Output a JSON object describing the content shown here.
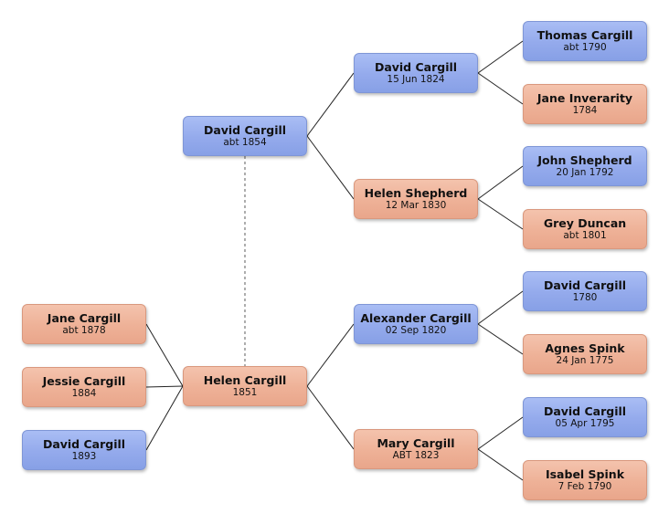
{
  "people": {
    "david_1854": {
      "name": "David Cargill",
      "date": "abt 1854"
    },
    "helen_1851": {
      "name": "Helen Cargill",
      "date": "1851"
    },
    "jane_1878": {
      "name": "Jane Cargill",
      "date": "abt 1878"
    },
    "jessie_1884": {
      "name": "Jessie Cargill",
      "date": "1884"
    },
    "david_1893": {
      "name": "David Cargill",
      "date": "1893"
    },
    "david_1824": {
      "name": "David Cargill",
      "date": "15 Jun 1824"
    },
    "helen_1830": {
      "name": "Helen Shepherd",
      "date": "12 Mar 1830"
    },
    "alexander_1820": {
      "name": "Alexander Cargill",
      "date": "02 Sep 1820"
    },
    "mary_1823": {
      "name": "Mary Cargill",
      "date": "ABT 1823"
    },
    "thomas_1790": {
      "name": "Thomas Cargill",
      "date": "abt 1790"
    },
    "jane_1784": {
      "name": "Jane Inverarity",
      "date": "1784"
    },
    "john_1792": {
      "name": "John Shepherd",
      "date": "20 Jan 1792"
    },
    "grey_1801": {
      "name": "Grey Duncan",
      "date": "abt 1801"
    },
    "david_1780": {
      "name": "David Cargill",
      "date": "1780"
    },
    "agnes_1775": {
      "name": "Agnes Spink",
      "date": "24 Jan 1775"
    },
    "david_1795": {
      "name": "David Cargill",
      "date": "05 Apr 1795"
    },
    "isabel_1790": {
      "name": "Isabel Spink",
      "date": "7 Feb 1790"
    }
  },
  "colors": {
    "male": "#94aaec",
    "female": "#eeb197",
    "line": "#222222",
    "spouse_line": "#777777"
  }
}
